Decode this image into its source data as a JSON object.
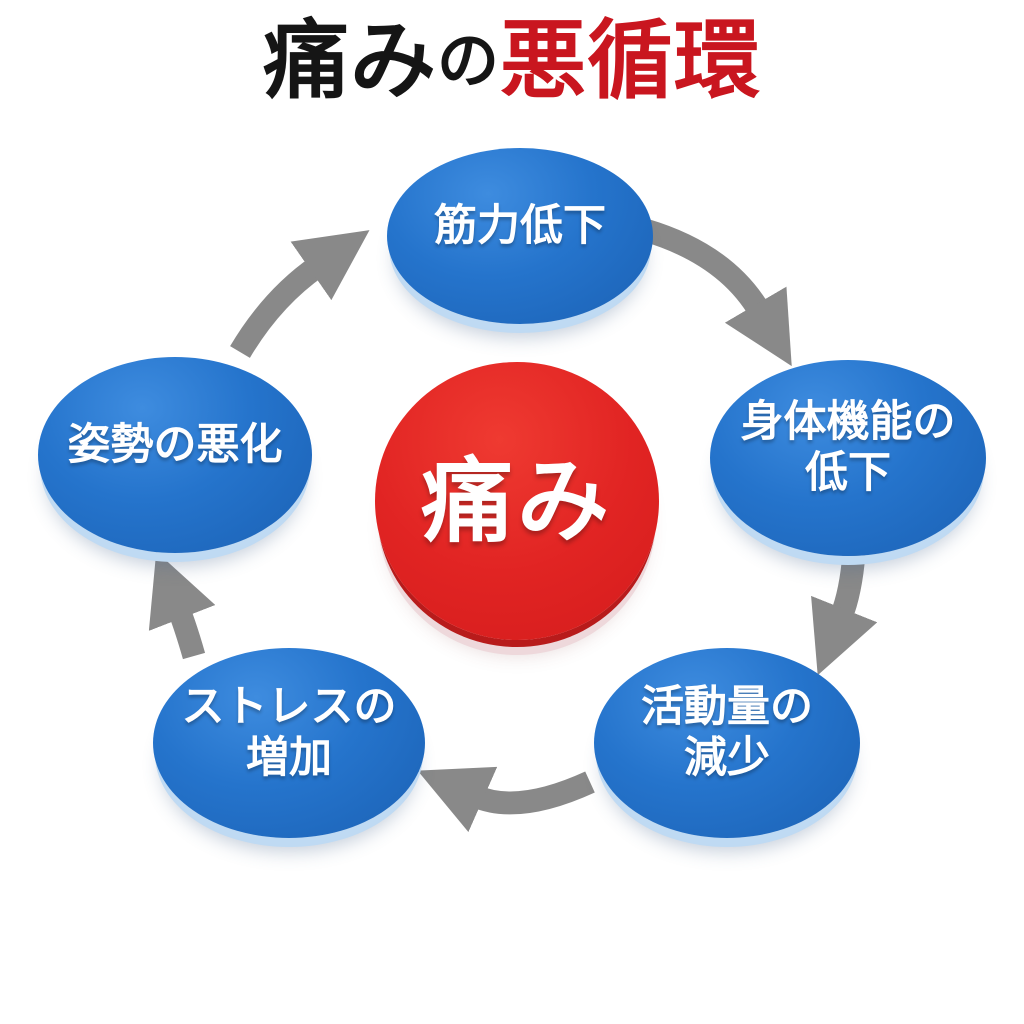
{
  "title": {
    "part1": "痛み",
    "part2": "の",
    "part3": "悪循環",
    "text_color": "#151515",
    "accent_color": "#c9161f"
  },
  "center": {
    "label": "痛み",
    "fill_color": "#e12423",
    "rim_dark_color": "#b81b1b",
    "rim_pink_color": "#eed8db",
    "text_color": "#ffffff"
  },
  "nodes": [
    {
      "id": "muscle-weakness",
      "lines": [
        "筋力低下"
      ]
    },
    {
      "id": "physical-function-decline",
      "lines": [
        "身体機能の",
        "低下"
      ]
    },
    {
      "id": "activity-decrease",
      "lines": [
        "活動量の",
        "減少"
      ]
    },
    {
      "id": "stress-increase",
      "lines": [
        "ストレスの",
        "増加"
      ]
    },
    {
      "id": "posture-worsening",
      "lines": [
        "姿勢の悪化"
      ]
    }
  ],
  "cycle_flow": [
    {
      "from": "muscle-weakness",
      "to": "physical-function-decline"
    },
    {
      "from": "physical-function-decline",
      "to": "activity-decrease"
    },
    {
      "from": "activity-decrease",
      "to": "stress-increase"
    },
    {
      "from": "stress-increase",
      "to": "posture-worsening"
    },
    {
      "from": "posture-worsening",
      "to": "muscle-weakness"
    }
  ],
  "colors": {
    "node_fill": "#2574cc",
    "node_rim": "#bfdaf3",
    "node_text": "#ffffff",
    "arrow_gray": "#898989",
    "background": "#ffffff"
  }
}
